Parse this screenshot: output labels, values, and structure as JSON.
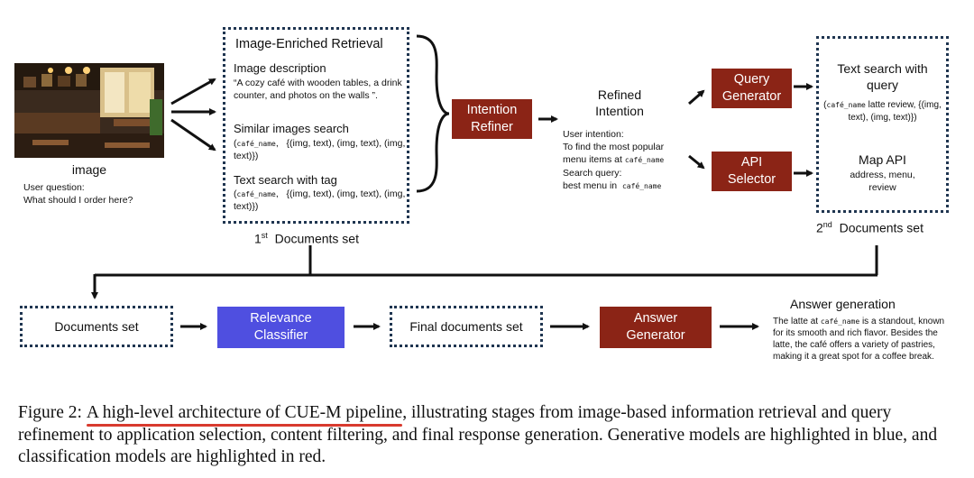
{
  "image_panel": {
    "label": "image",
    "question_label": "User question:",
    "question": "What should I order here?"
  },
  "retrieval": {
    "title": "Image-Enriched Retrieval",
    "desc_heading": "Image description",
    "desc_text": "“A cozy café with wooden tables, a drink counter, and photos on the walls ”.",
    "similar_heading": "Similar images search",
    "similar_code": "café_name",
    "similar_rest": "{(img, text), (img, text), (img, text)})",
    "text_heading": "Text search with tag",
    "text_code": "café_name",
    "text_rest": "{(img, text), (img, text), (img, text)})",
    "docs_label_sup": "st",
    "docs_label_num": "1",
    "docs_label": "Documents set"
  },
  "intention_refiner": {
    "label": "Intention Refiner"
  },
  "refined": {
    "title": "Refined Intention",
    "user_intention_label": "User intention:",
    "user_intention_text": "To find the most popular menu items at",
    "user_intention_code": "café_name",
    "search_query_label": "Search query:",
    "search_query_text": "best menu in",
    "search_query_code": "café_name"
  },
  "query_generator": {
    "label": "Query Generator"
  },
  "api_selector": {
    "label": "API Selector"
  },
  "second_docs": {
    "text_search_title": "Text search with query",
    "text_search_code": "café_name",
    "text_search_rest": "latte review, {(img, text), (img, text)})",
    "map_api_title": "Map API",
    "map_api_text": "address, menu, review",
    "label_num": "2",
    "label_sup": "nd",
    "label": "Documents set"
  },
  "bottom": {
    "documents_set": "Documents set",
    "relevance_classifier": "Relevance Classifier",
    "final_documents_set": "Final documents set",
    "answer_generator": "Answer Generator",
    "answer_title": "Answer generation",
    "answer_pre": "The latte at",
    "answer_code": "café_name",
    "answer_post": "is a standout, known for its smooth and rich flavor. Besides the latte, the café offers a variety of pastries, making it a great spot for a coffee break."
  },
  "caption": {
    "prefix": "Figure 2:",
    "underlined": "A high-level architecture of CUE-M pipeline",
    "rest": ", illustrating stages from image-based information retrieval and query refinement to application selection, content filtering, and final response generation. Generative models are highlighted in blue, and classification models are highlighted in red."
  },
  "colors": {
    "red_box": "#8b2416",
    "blue_box": "#4f4fe0",
    "dotted_border": "#1f3550",
    "underline": "#d83a2e"
  }
}
